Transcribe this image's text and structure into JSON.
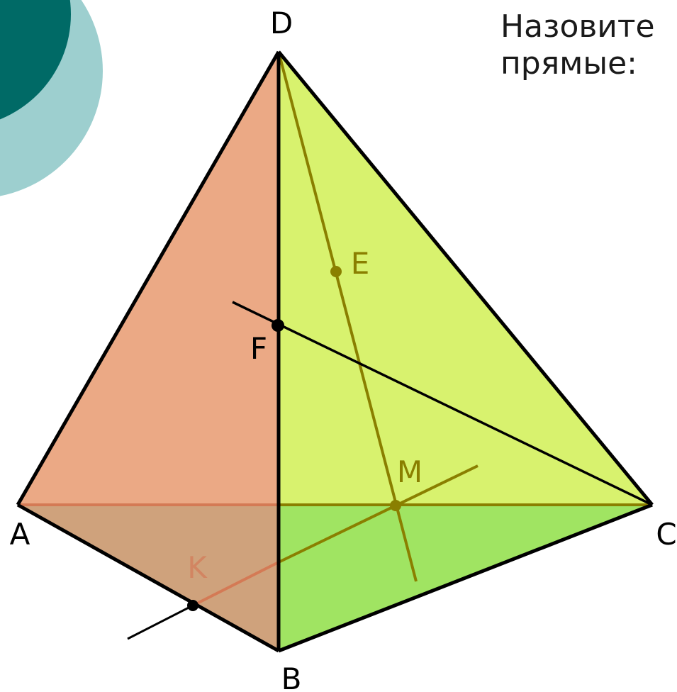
{
  "task": {
    "line1": "Назовите",
    "line2": "прямые:"
  },
  "labels": {
    "D": "D",
    "A": "A",
    "B": "B",
    "C": "C",
    "E": "E",
    "F": "F",
    "M": "M",
    "K": "K"
  },
  "colors": {
    "face_ADB": "#eba985",
    "face_DBC": "#d8f26e",
    "face_ABC_left": "#cfa27c",
    "face_ABC_right": "#a0e462",
    "edge": "#000000",
    "olive": "#8a7f00",
    "salmon_line": "#d47a55",
    "label_olive": "#8a7f00",
    "label_salmon": "#d28562",
    "decor_outer": "#9dcfcf",
    "decor_inner": "#006a66"
  }
}
